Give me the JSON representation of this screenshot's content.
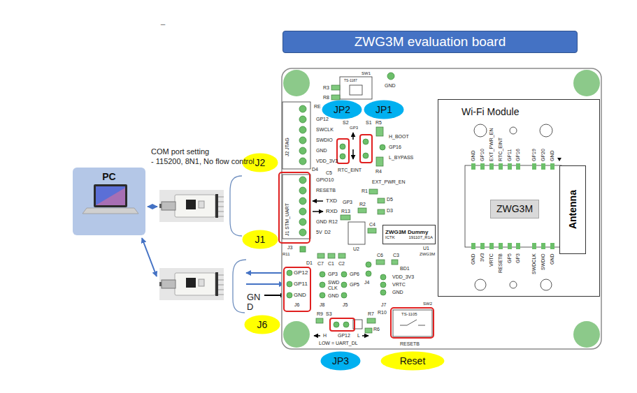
{
  "diagram": {
    "nodes": [
      {
        "text": [
          "ZWG3M evaluation board"
        ]
      },
      {
        "text": [
          "JP2"
        ]
      },
      {
        "text": [
          "JP1"
        ]
      },
      {
        "text": [
          "Wi-Fi Module"
        ]
      },
      {
        "text": [
          "ZWG3M"
        ],
        "in": 3
      },
      {
        "text": [
          "Antenna"
        ],
        "in": 3
      },
      {
        "text": [
          "PC"
        ]
      },
      {
        "text": [
          "J2"
        ]
      },
      {
        "text": [
          "ZWG3M Dummy",
          "ICTK",
          "191107_R1A"
        ]
      },
      {
        "text": [
          "J1"
        ]
      },
      {
        "text": [
          "J6"
        ]
      },
      {
        "text": [
          "JP3"
        ]
      },
      {
        "text": [
          "Reset"
        ]
      }
    ],
    "labels": [
      "_",
      "COM port setting",
      "- 115200, 8N1, No flow control",
      "SW1",
      "TS-1187",
      "R3",
      "R8",
      "GND",
      "RE",
      "GP12",
      "SWCLK",
      "SWDIO",
      "GND",
      "VDD_3V3",
      "J2 JTAG",
      "D4",
      "C5",
      "GPIO10",
      "RESETB",
      "TXD",
      "RXD",
      "GND",
      "R12",
      "R13",
      "D2",
      "5V",
      "J1 STM_UART",
      "J3",
      "R11",
      "D1",
      "C7",
      "C1",
      "C2",
      "GP3",
      "SWD CLK",
      "GND",
      "GP6",
      "GP5",
      "J8",
      "J5",
      "C4",
      "U2",
      "C6",
      "C3",
      "BD1",
      "VDD_3V3",
      "VRTC",
      "GND",
      "J4",
      "J7",
      "R10",
      "R7",
      "R6",
      "R9",
      "S3",
      "H",
      "GP12",
      "L",
      "LOW = UART_DL",
      "SW2",
      "TS-1105",
      "RESETB",
      "S2",
      "GP3",
      "RTC_EINT",
      "S1",
      "R5",
      "H_BOOT",
      "GP16",
      "L_BYPASS",
      "R4",
      "EXT_PWR_EN",
      "R1",
      "D5",
      "GP3",
      "R2",
      "D3",
      "U1",
      "ZWG3M",
      "GN D",
      "GP12",
      "GP11",
      "GND",
      "J6",
      "GND",
      "GP10",
      "EXT_PWR_EN",
      "RTC_EINT",
      "GP11",
      "GP16",
      "GP19",
      "GP20",
      "GND",
      "GND",
      "3V3",
      "VRTC",
      "RESETB",
      "GP5",
      "GP3",
      "SWDCLK",
      "SWDIO",
      "GND"
    ]
  }
}
